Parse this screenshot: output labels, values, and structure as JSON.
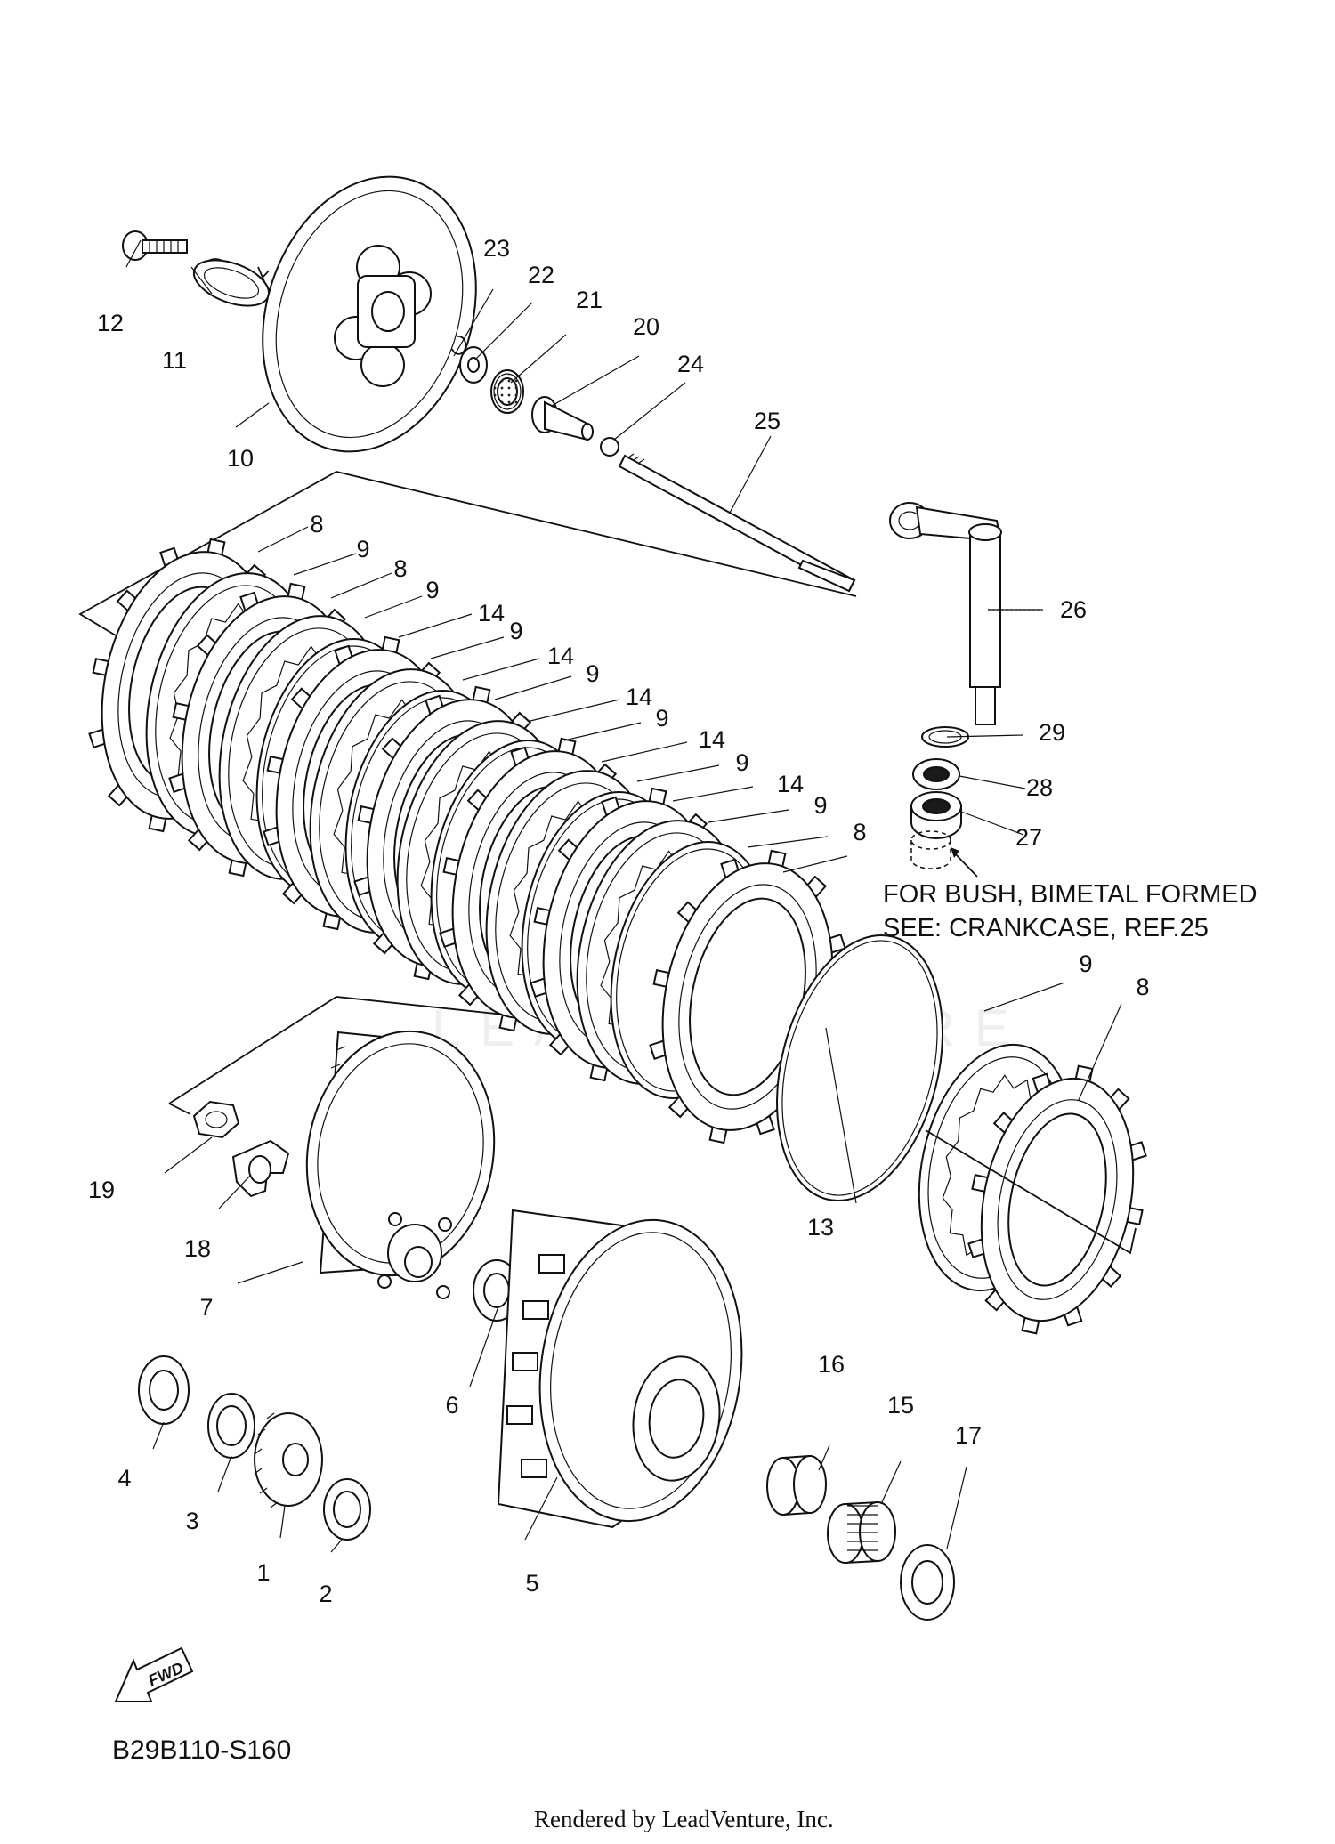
{
  "parts": [
    {
      "id": "part-1",
      "label": "1"
    },
    {
      "id": "part-2",
      "label": "2"
    },
    {
      "id": "part-3",
      "label": "3"
    },
    {
      "id": "part-4",
      "label": "4"
    },
    {
      "id": "part-5",
      "label": "5"
    },
    {
      "id": "part-6",
      "label": "6"
    },
    {
      "id": "part-7",
      "label": "7"
    },
    {
      "id": "part-8",
      "label": "8"
    },
    {
      "id": "part-9",
      "label": "9"
    },
    {
      "id": "part-10",
      "label": "10"
    },
    {
      "id": "part-11",
      "label": "11"
    },
    {
      "id": "part-12",
      "label": "12"
    },
    {
      "id": "part-13",
      "label": "13"
    },
    {
      "id": "part-14",
      "label": "14"
    },
    {
      "id": "part-15",
      "label": "15"
    },
    {
      "id": "part-16",
      "label": "16"
    },
    {
      "id": "part-17",
      "label": "17"
    },
    {
      "id": "part-18",
      "label": "18"
    },
    {
      "id": "part-19",
      "label": "19"
    },
    {
      "id": "part-20",
      "label": "20"
    },
    {
      "id": "part-21",
      "label": "21"
    },
    {
      "id": "part-22",
      "label": "22"
    },
    {
      "id": "part-23",
      "label": "23"
    },
    {
      "id": "part-24",
      "label": "24"
    },
    {
      "id": "part-25",
      "label": "25"
    },
    {
      "id": "part-26",
      "label": "26"
    },
    {
      "id": "part-27",
      "label": "27"
    },
    {
      "id": "part-28",
      "label": "28"
    },
    {
      "id": "part-29",
      "label": "29"
    }
  ],
  "note": {
    "line1": "FOR BUSH, BIMETAL FORMED",
    "line2": "SEE: CRANKCASE, REF.25"
  },
  "fwd_label": "FWD",
  "diagram_code": "B29B110-S160",
  "watermark": "LEADVENTURE",
  "credit": "Rendered by LeadVenture, Inc."
}
